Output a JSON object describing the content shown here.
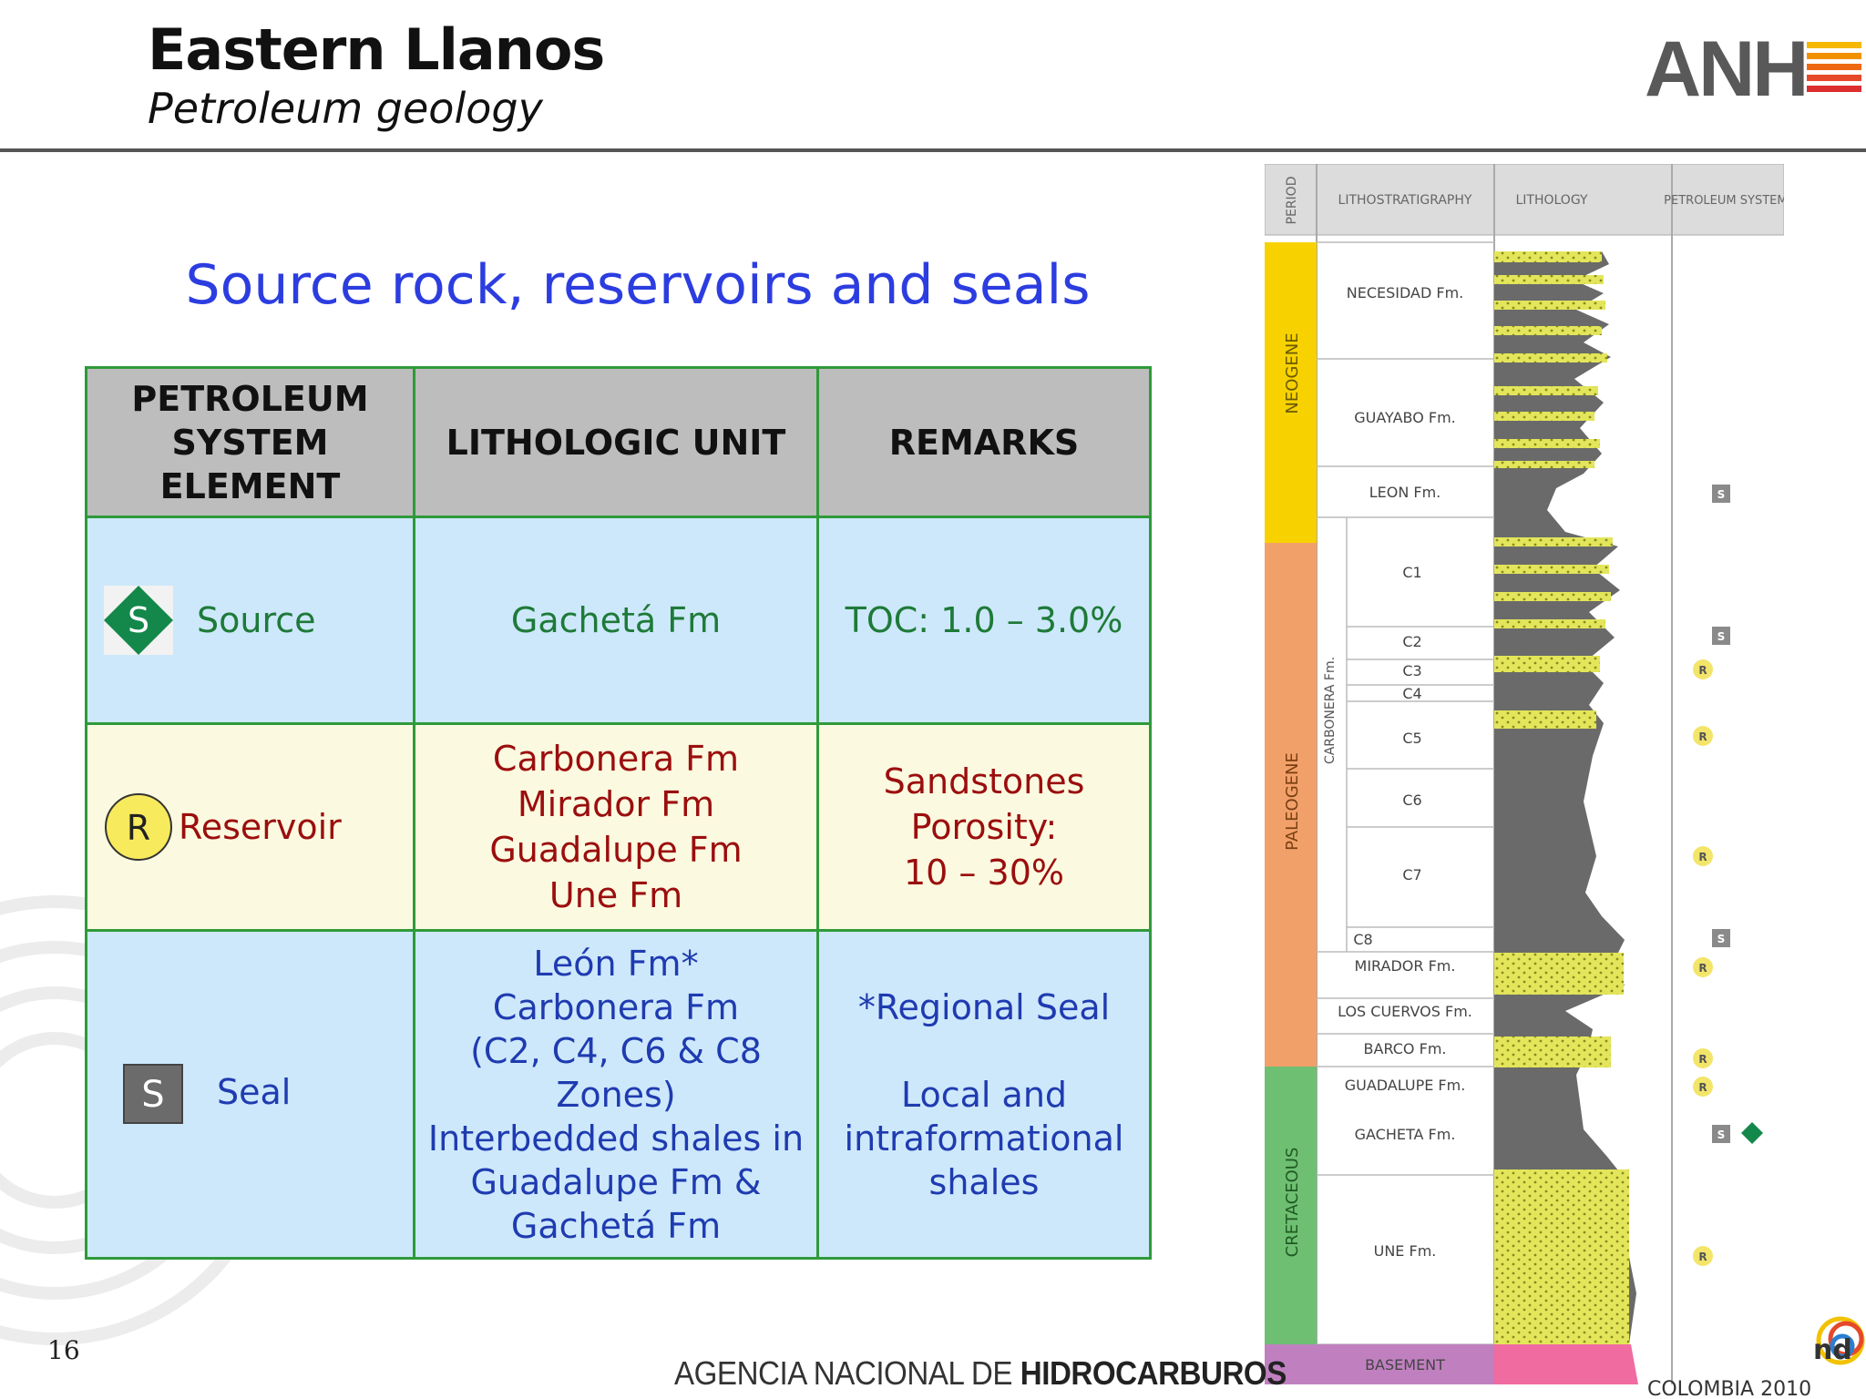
{
  "header": {
    "title": "Eastern Llanos",
    "subtitle": "Petroleum geology",
    "logo_text": "ANH",
    "stripe_colors": [
      "#f5b800",
      "#f29100",
      "#ee6a12",
      "#e5492a",
      "#dc2e2e"
    ]
  },
  "main": {
    "heading": "Source rock, reservoirs and seals",
    "table": {
      "headers": [
        [
          "PETROLEUM",
          "SYSTEM",
          "ELEMENT"
        ],
        [
          "LITHOLOGIC UNIT"
        ],
        [
          "REMARKS"
        ]
      ],
      "rows": [
        {
          "element": "Source",
          "badge": "S",
          "badge_icon": "green-diamond-source-icon",
          "unit": [
            "Gachetá Fm"
          ],
          "remarks": [
            "TOC: 1.0 – 3.0%"
          ]
        },
        {
          "element": "Reservoir",
          "badge": "R",
          "badge_icon": "yellow-circle-reservoir-icon",
          "unit": [
            "Carbonera Fm",
            "Mirador Fm",
            "Guadalupe Fm",
            "Une Fm"
          ],
          "remarks": [
            "Sandstones",
            "Porosity:",
            "10 – 30%"
          ]
        },
        {
          "element": "Seal",
          "badge": "S",
          "badge_icon": "gray-square-seal-icon",
          "unit": [
            "León Fm*",
            "Carbonera Fm",
            "(C2, C4, C6 & C8",
            "Zones)",
            "Interbedded shales in",
            "Guadalupe Fm &",
            "Gachetá Fm"
          ],
          "remarks": [
            "*Regional Seal",
            "",
            "Local and",
            "intraformational",
            "shales"
          ]
        }
      ]
    }
  },
  "column": {
    "headers": [
      "PERIOD",
      "LITHOSTRATIGRAPHY",
      "LITHOLOGY",
      "PETROLEUM SYSTEMS"
    ],
    "periods": [
      {
        "name": "NEOGENE",
        "color": "#f7d200"
      },
      {
        "name": "PALEOGENE",
        "color": "#f2a06a"
      },
      {
        "name": "CRETACEOUS",
        "color": "#6fbf73"
      }
    ],
    "group_label": "CARBONERA Fm.",
    "formations": [
      "NECESIDAD Fm.",
      "GUAYABO Fm.",
      "LEON Fm.",
      "C1",
      "C2",
      "C3",
      "C4",
      "C5",
      "C6",
      "C7",
      "C8",
      "MIRADOR Fm.",
      "LOS CUERVOS Fm.",
      "BARCO Fm.",
      "GUADALUPE Fm.",
      "GACHETA Fm.",
      "UNE Fm.",
      "BASEMENT"
    ],
    "symbols": [
      "S",
      "S",
      "R",
      "R",
      "R",
      "S",
      "R",
      "R",
      "R",
      "S",
      "R"
    ]
  },
  "footer": {
    "page_number": "16",
    "agency_light": "AGENCIA NACIONAL DE ",
    "agency_bold": "HIDROCARBUROS",
    "event_text": "COLOMBIA 2010",
    "event_partial": "nd"
  }
}
